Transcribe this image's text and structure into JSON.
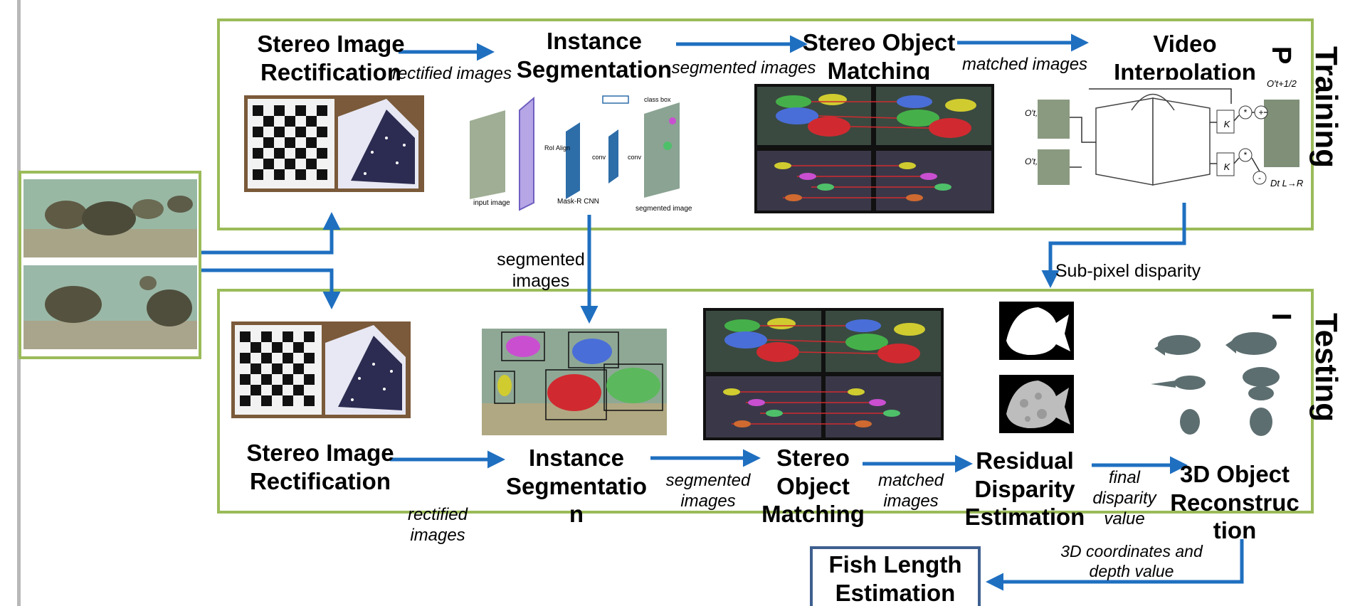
{
  "panels": {
    "training_label": "Training",
    "testing_label": "Testing",
    "training_cut_label": "P",
    "testing_cut_label": "I"
  },
  "training": {
    "stage1": "Stereo Image\nRectification",
    "stage2": "Instance\nSegmentation",
    "stage3": "Stereo Object\nMatching",
    "stage4": "Video\nInterpolation",
    "arrow1_label": "rectified images",
    "arrow2_label": "segmented  images",
    "arrow3_label": "matched images",
    "maskrcnn": {
      "input_label": "input image",
      "network_label": "Mask-R CNN",
      "output_label": "segmented  image",
      "roi_label": "RoI Align",
      "conv_label": "conv",
      "classbox_label": "class box"
    },
    "interp": {
      "out_label": "O′t+1/2",
      "in_left": "O′t,L",
      "in_right": "O′t,R",
      "kl": "KL",
      "kr": "KR",
      "disp": "Dt L→R"
    }
  },
  "between": {
    "segmented_label": "segmented\nimages",
    "subpixel_label": "Sub-pixel disparity"
  },
  "testing": {
    "stage1": "Stereo Image\nRectification",
    "stage2": "Instance\nSegmentatio\nn",
    "stage3": "Stereo\nObject\nMatching",
    "stage4": "Residual\nDisparity\nEstimation",
    "stage5": "3D Object\nReconstruc\ntion",
    "arrow1_label": "rectified\nimages",
    "arrow2_label": "segmented\nimages",
    "arrow3_label": "matched\nimages",
    "arrow4_label": "final\ndisparity\nvalue",
    "arrow5_label": "3D coordinates and\ndepth value"
  },
  "final": {
    "stage": "Fish Length\nEstimation"
  },
  "colors": {
    "panel_border": "#9bbb59",
    "arrow": "#1f6fc0",
    "final_box_border": "#3f5f8f"
  }
}
